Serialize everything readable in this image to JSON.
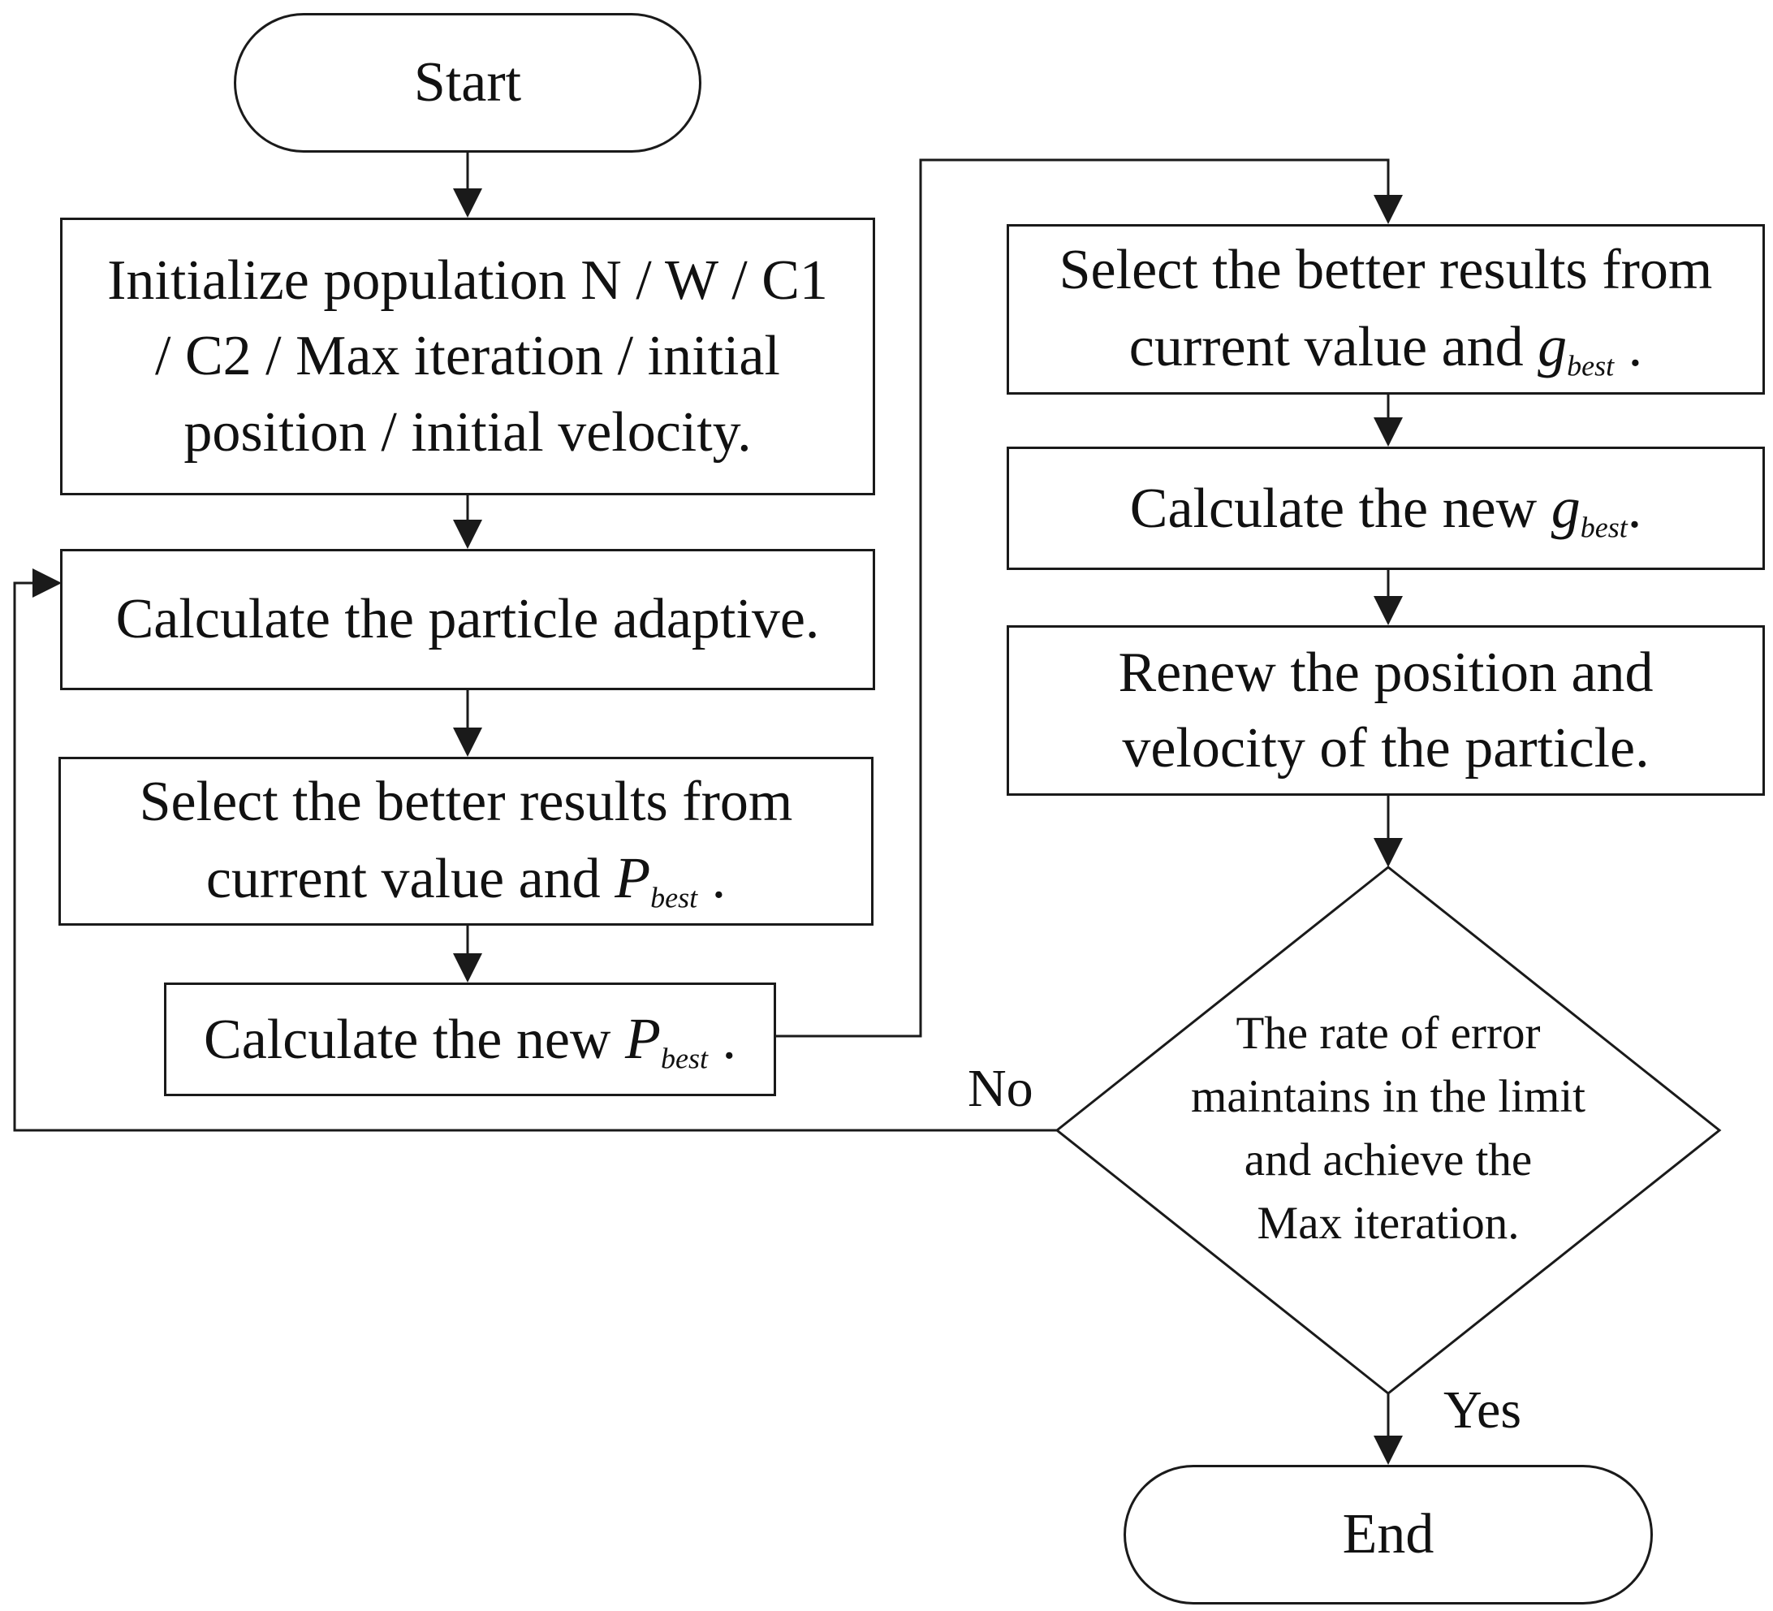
{
  "colors": {
    "stroke": "#1a1a1a",
    "text": "#111111",
    "background": "#ffffff"
  },
  "nodes": {
    "start": {
      "text": "Start"
    },
    "init": {
      "lines": [
        "Initialize population N / W / C1",
        "/ C2 / Max iteration / initial",
        "position / initial velocity."
      ]
    },
    "adaptive": {
      "text": "Calculate the particle adaptive."
    },
    "select_pbest": {
      "line1": "Select the better results from",
      "line2": "current value and ",
      "symbol": "P",
      "subscript": "best",
      "suffix": " ."
    },
    "new_pbest": {
      "prefix": "Calculate the new ",
      "symbol": "P",
      "subscript": "best",
      "suffix": " ."
    },
    "select_gbest": {
      "line1": "Select the better results from",
      "line2": "current value and ",
      "symbol": "g",
      "subscript": "best",
      "suffix": " ."
    },
    "new_gbest": {
      "prefix": "Calculate the new ",
      "symbol": "g",
      "subscript": "best",
      "suffix": "."
    },
    "renew": {
      "lines": [
        "Renew the position and",
        "velocity of the particle."
      ]
    },
    "decision": {
      "lines": [
        "The rate of error",
        "maintains in the limit",
        "and achieve the",
        "Max iteration."
      ]
    },
    "end": {
      "text": "End"
    }
  },
  "edge_labels": {
    "no": "No",
    "yes": "Yes"
  }
}
